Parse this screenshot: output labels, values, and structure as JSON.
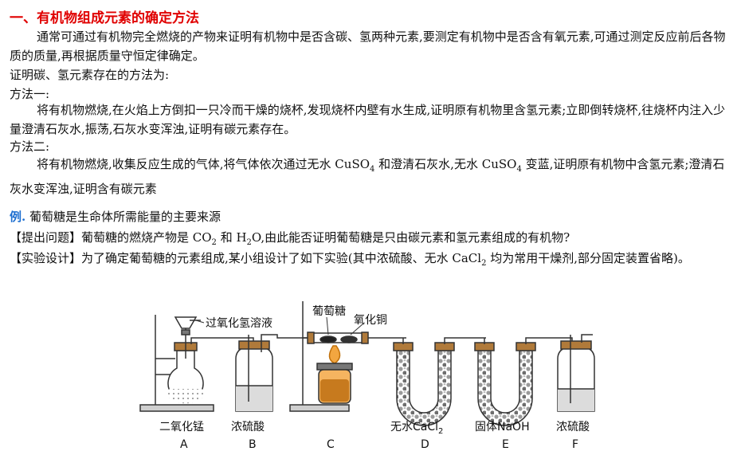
{
  "heading": "一、有机物组成元素的确定方法",
  "intro": "通常可通过有机物完全燃烧的产物来证明有机物中是否含碳、氢两种元素,要测定有机物中是否含有氧元素,可通过测定反应前后各物质的质量,再根据质量守恒定律确定。",
  "proof_line": "证明碳、氢元素存在的方法为:",
  "method1": {
    "title": "方法一:",
    "text": "将有机物燃烧,在火焰上方倒扣一只冷而干燥的烧杯,发现烧杯内壁有水生成,证明原有机物里含氢元素;立即倒转烧杯,往烧杯内注入少量澄清石灰水,振荡,石灰水变浑浊,证明有碳元素存在。"
  },
  "method2": {
    "title": "方法二:",
    "text_a": "将有机物燃烧,收集反应生成的气体,将气体依次通过无水 CuSO",
    "sub1": "4",
    "text_b": " 和澄清石灰水,无水 CuSO",
    "sub2": "4",
    "text_c": " 变蓝,证明原有机物中含氢元素;澄清石灰水变浑浊,证明含有碳元素"
  },
  "example": {
    "tag": "例.",
    "text": "葡萄糖是生命体所需能量的主要来源"
  },
  "question": {
    "text_a": "【提出问题】葡萄糖的燃烧产物是 CO",
    "sub1": "2",
    "text_b": " 和 H",
    "sub2": "2",
    "text_c": "O,由此能否证明葡萄糖是只由碳元素和氢元素组成的有机物?"
  },
  "design": {
    "text_a": "【实验设计】为了确定葡萄糖的元素组成,某小组设计了如下实验(其中浓硫酸、无水 CaCl",
    "sub1": "2",
    "text_b": " 均为常用干燥剂,部分固定装置省略)。"
  },
  "diagram": {
    "label_h2o2": "过氧化氢溶液",
    "label_glucose": "葡萄糖",
    "label_cuo": "氧化铜",
    "devices": [
      {
        "name": "二氧化锰",
        "letter": "A"
      },
      {
        "name": "浓硫酸",
        "letter": "B"
      },
      {
        "name": "",
        "letter": "C"
      },
      {
        "name": "无水CaCl",
        "sub": "2",
        "letter": "D"
      },
      {
        "name": "固体NaOH",
        "letter": "E"
      },
      {
        "name": "浓硫酸",
        "letter": "F"
      }
    ]
  }
}
